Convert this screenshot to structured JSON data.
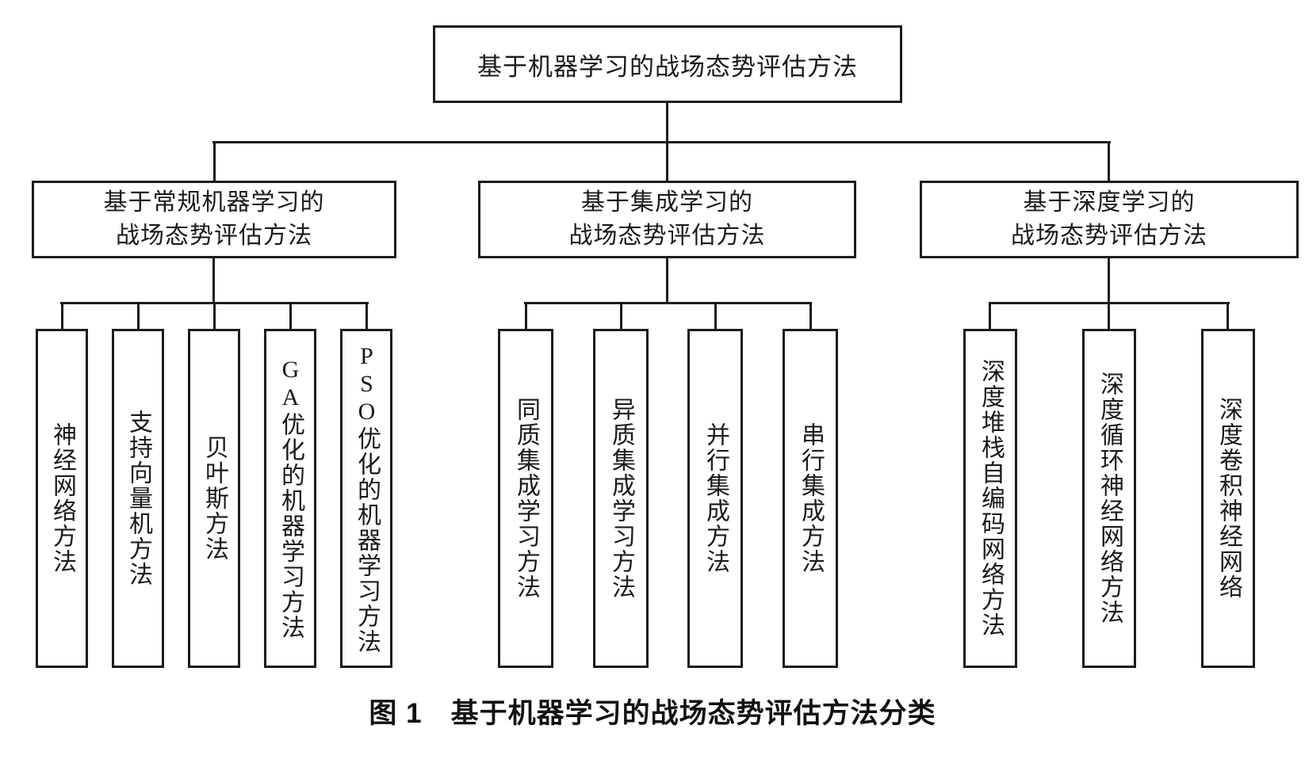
{
  "root": {
    "label": "基于机器学习的战场态势评估方法"
  },
  "branches": [
    {
      "line1": "基于常规机器学习的",
      "line2": "战场态势评估方法",
      "children": [
        "神经网络方法",
        "支持向量机方法",
        "贝叶斯方法",
        "GA优化的机器学习方法",
        "PSO优化的机器学习方法"
      ]
    },
    {
      "line1": "基于集成学习的",
      "line2": "战场态势评估方法",
      "children": [
        "同质集成学习方法",
        "异质集成学习方法",
        "并行集成方法",
        "串行集成方法"
      ]
    },
    {
      "line1": "基于深度学习的",
      "line2": "战场态势评估方法",
      "children": [
        "深度堆栈自编码网络方法",
        "深度循环神经网络方法",
        "深度卷积神经网络"
      ]
    }
  ],
  "caption": "图 1　基于机器学习的战场态势评估方法分类",
  "colors": {
    "background": "#ffffff",
    "line": "#1c1c1c",
    "text": "#1a1a1a"
  }
}
